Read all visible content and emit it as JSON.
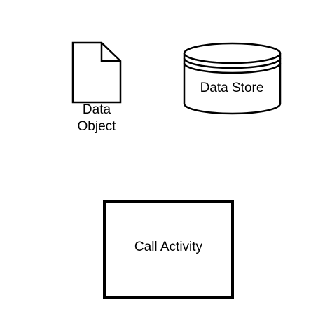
{
  "diagram": {
    "data_object": {
      "label_line1": "Data",
      "label_line2": "Object"
    },
    "data_store": {
      "label": "Data Store"
    },
    "call_activity": {
      "label": "Call Activity"
    }
  },
  "colors": {
    "stroke": "#000000",
    "background": "#ffffff"
  }
}
